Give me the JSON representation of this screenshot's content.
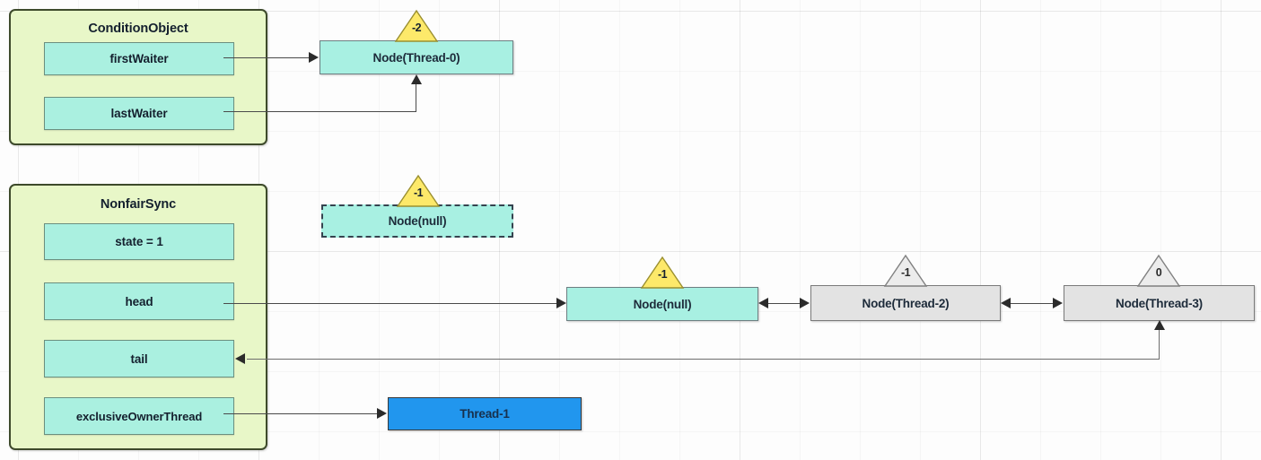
{
  "diagram": {
    "title_hidden": "AQS ReentrantLock state diagram",
    "colors": {
      "container_fill": "#e8f7c8",
      "container_border": "#3d4a2b",
      "field_fill": "#aaf0e0",
      "node_cyan_fill": "#a8f0e2",
      "node_gray_fill": "#e3e3e3",
      "node_blue_fill": "#2196ee",
      "waitstatus_yellow": "#fde96a",
      "waitstatus_gray": "#ececec",
      "line": "#4a4a4a"
    }
  },
  "condition_object": {
    "title": "ConditionObject",
    "fields": [
      {
        "label": "firstWaiter"
      },
      {
        "label": "lastWaiter"
      }
    ]
  },
  "nonfair_sync": {
    "title": "NonfairSync",
    "fields": [
      {
        "label": "state = 1"
      },
      {
        "label": "head"
      },
      {
        "label": "tail"
      },
      {
        "label": "exclusiveOwnerThread"
      }
    ]
  },
  "nodes": {
    "thread0": {
      "label": "Node(Thread-0)",
      "wait_status": "-2"
    },
    "null_dashed": {
      "label": "Node(null)",
      "wait_status": "-1"
    },
    "null_head": {
      "label": "Node(null)",
      "wait_status": "-1"
    },
    "thread2": {
      "label": "Node(Thread-2)",
      "wait_status": "-1"
    },
    "thread3": {
      "label": "Node(Thread-3)",
      "wait_status": "0"
    }
  },
  "thread_box": {
    "label": "Thread-1"
  }
}
